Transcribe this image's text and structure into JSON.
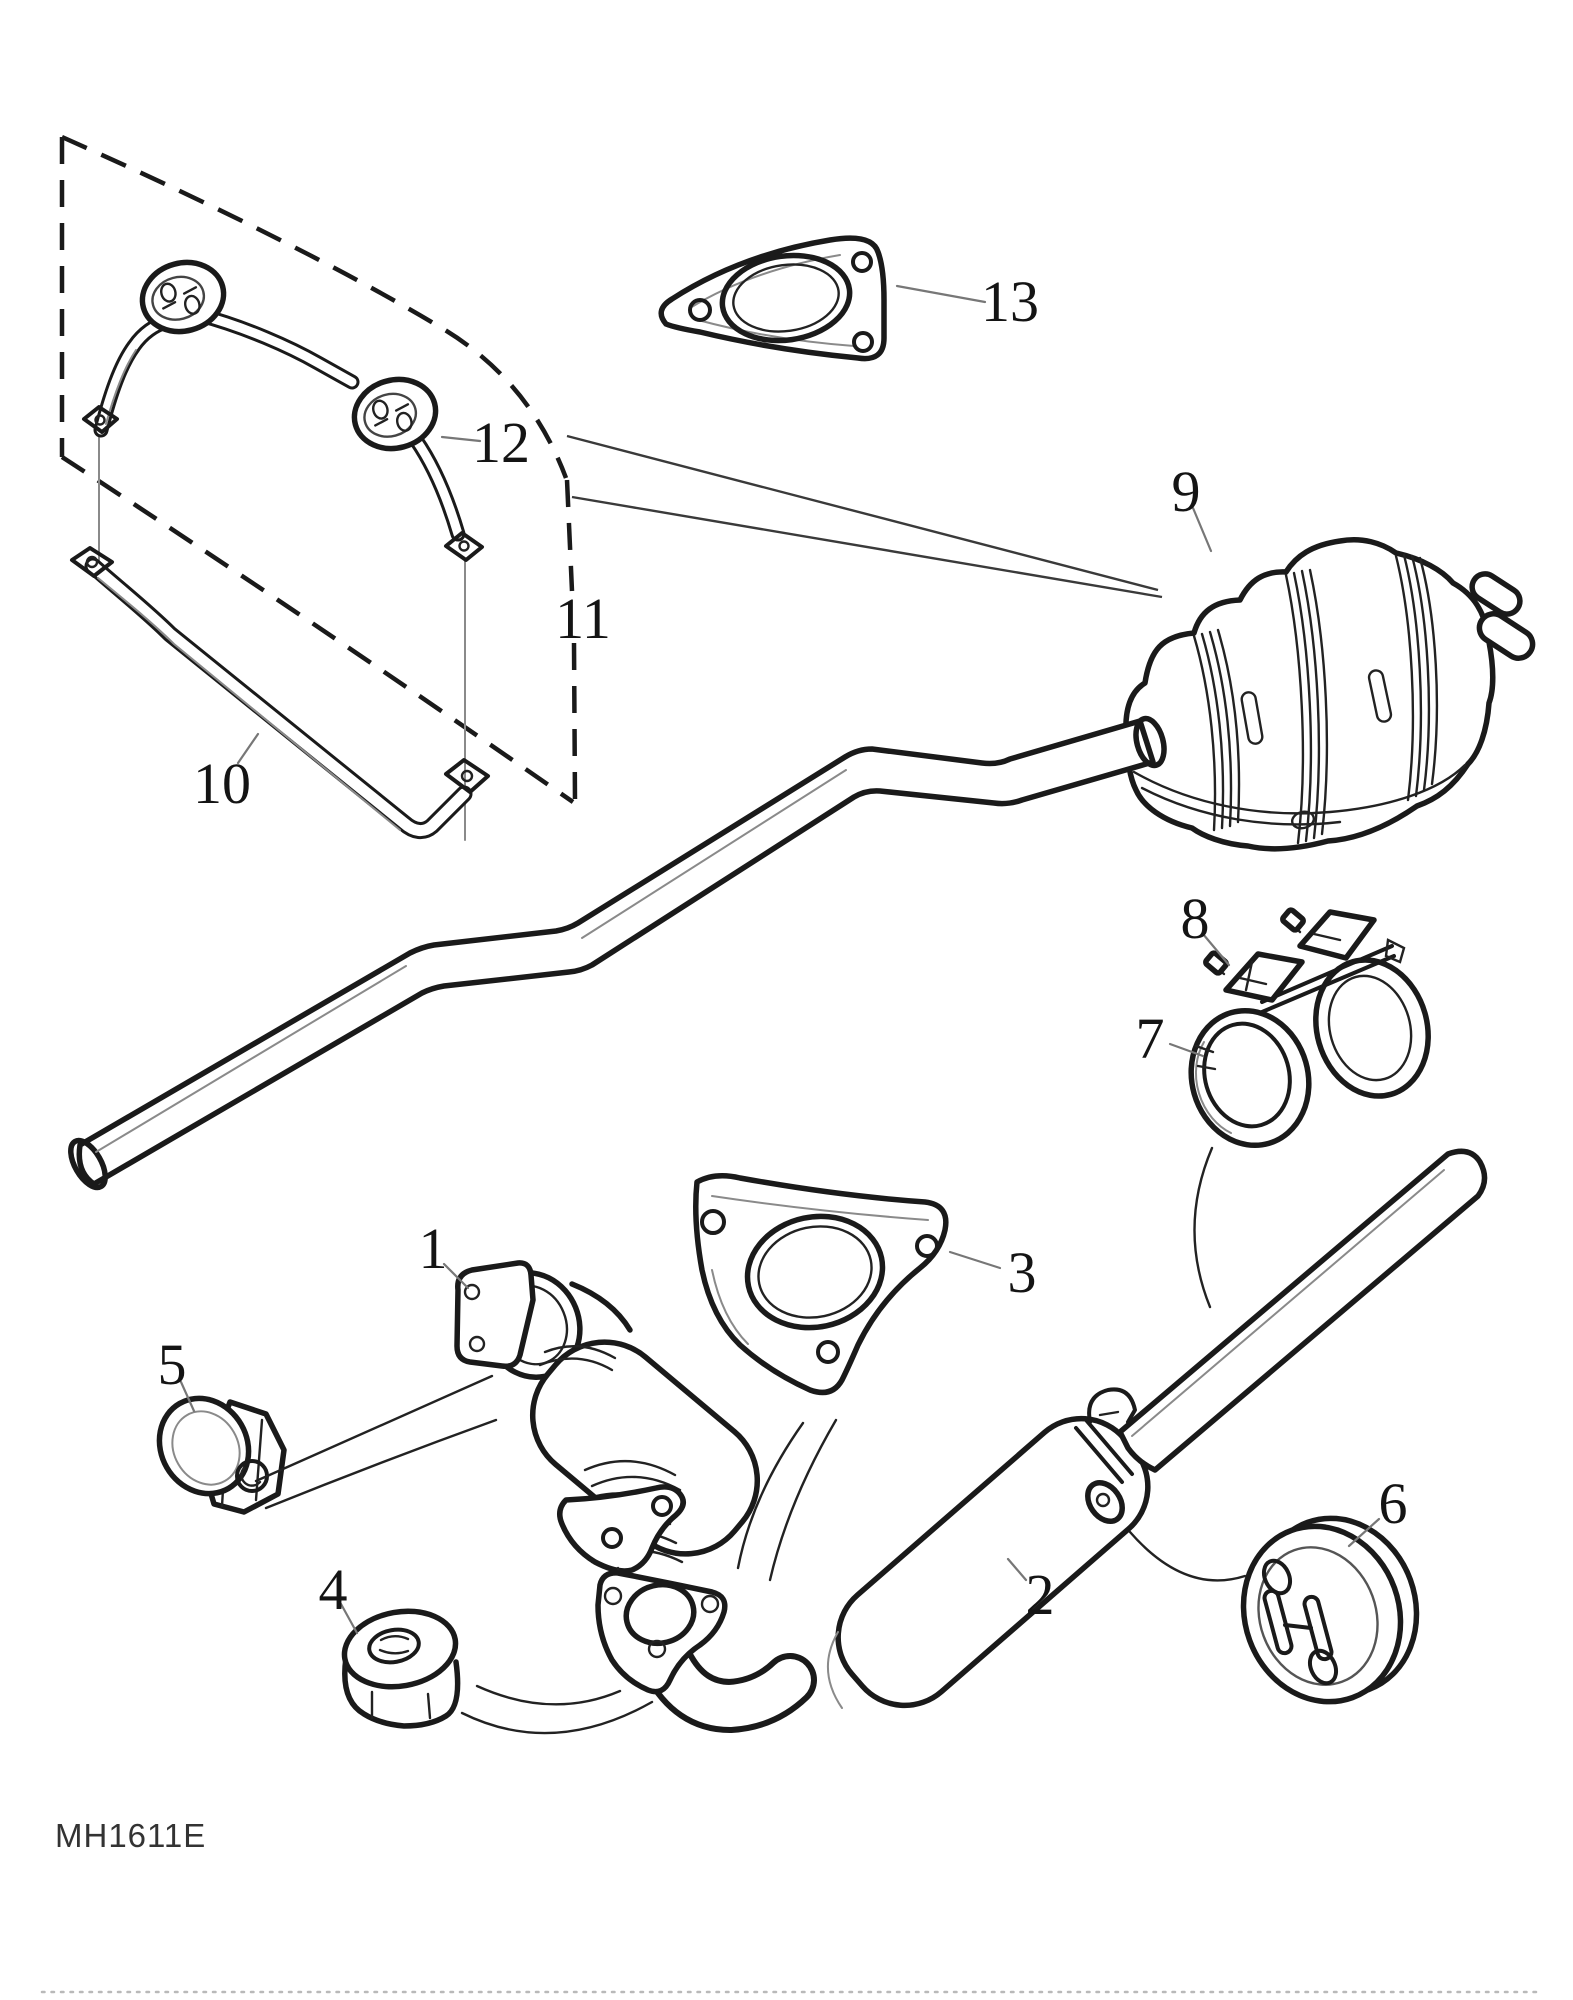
{
  "figure": {
    "figure_code": "MH1611E",
    "diagram_type": "exploded parts diagram",
    "subject": "Exhaust system",
    "background_color": "#ffffff",
    "line_color": "#1a1a1a",
    "leader_color": "#777777",
    "labels": [
      {
        "text": "1",
        "depicts": "catalytic-converter-downpipe"
      },
      {
        "text": "2",
        "depicts": "intermediate-muffler-and-pipe"
      },
      {
        "text": "3",
        "depicts": "flange-gasket-front"
      },
      {
        "text": "4",
        "depicts": "rubber-grommet-mount"
      },
      {
        "text": "5",
        "depicts": "flange-nut"
      },
      {
        "text": "6",
        "depicts": "rubber-hanger-ring"
      },
      {
        "text": "7",
        "depicts": "exhaust-pipe-clamp-sleeve"
      },
      {
        "text": "8",
        "depicts": "clamp-bolt"
      },
      {
        "text": "9",
        "depicts": "rear-muffler"
      },
      {
        "text": "10",
        "depicts": "hanger-support-bar"
      },
      {
        "text": "11",
        "depicts": "hanger-assembly-plane"
      },
      {
        "text": "12",
        "depicts": "rubber-isolator-mount"
      },
      {
        "text": "13",
        "depicts": "flange-gasket-rear"
      }
    ]
  }
}
